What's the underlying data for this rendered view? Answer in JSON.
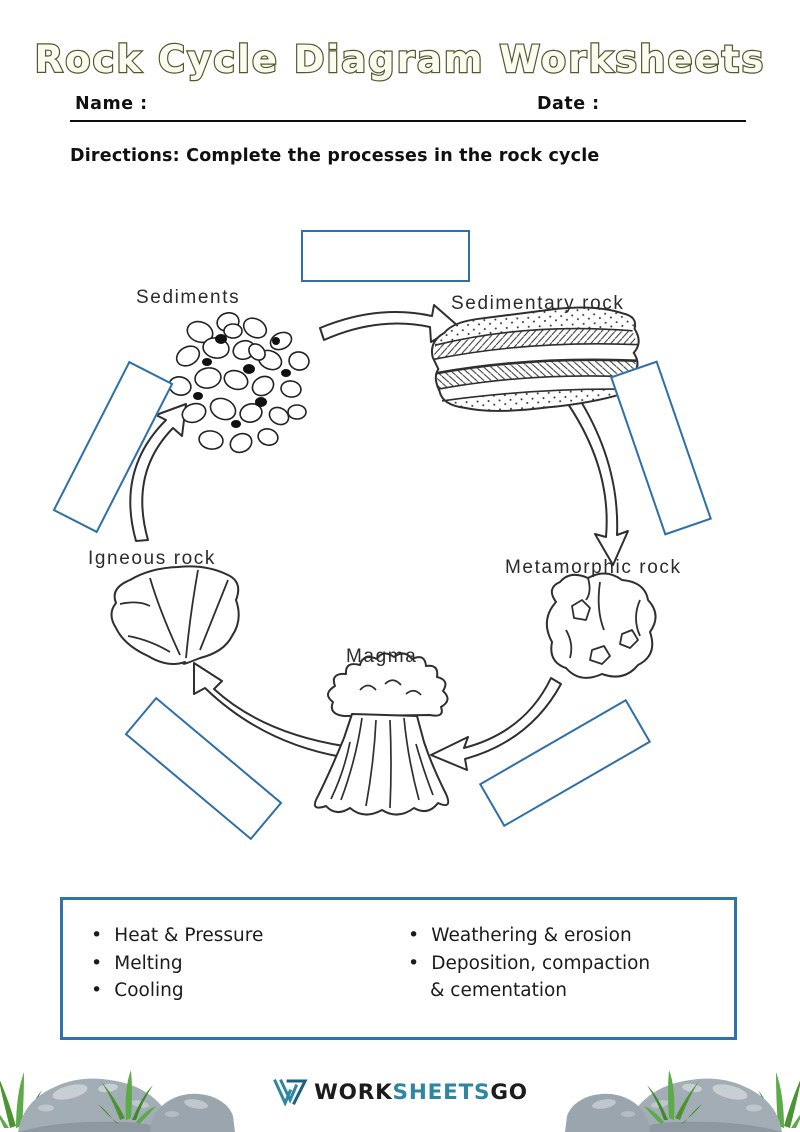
{
  "header": {
    "title": "Rock Cycle Diagram Worksheets",
    "name_label": "Name :",
    "date_label": "Date :",
    "directions": "Directions: Complete the processes in the rock cycle"
  },
  "diagram": {
    "nodes": [
      {
        "id": "sediments",
        "label": "Sediments"
      },
      {
        "id": "sedimentary-rock",
        "label": "Sedimentary rock"
      },
      {
        "id": "metamorphic-rock",
        "label": "Metamorphic rock"
      },
      {
        "id": "magma",
        "label": "Magma"
      },
      {
        "id": "igneous-rock",
        "label": "Igneous rock"
      }
    ],
    "answer_boxes_count": 5
  },
  "word_bank": {
    "left": [
      "Heat & Pressure",
      "Melting",
      "Cooling"
    ],
    "right": [
      "Weathering & erosion",
      "Deposition, compaction & cementation"
    ]
  },
  "footer": {
    "logo_work": "WORK",
    "logo_sheets": "SHEETS",
    "logo_go": "GO"
  },
  "colors": {
    "answer_box_border": "#2e6fa7",
    "word_bank_border": "#2e74a8",
    "title_fill": "#fbfcf0",
    "title_outline": "#54572c",
    "line_art": "#2f2f2f",
    "logo_teal": "#2e86a1",
    "logo_dark": "#1c1c1c",
    "rock_gray": "#a3adb5",
    "grass_green": "#4a9432"
  }
}
